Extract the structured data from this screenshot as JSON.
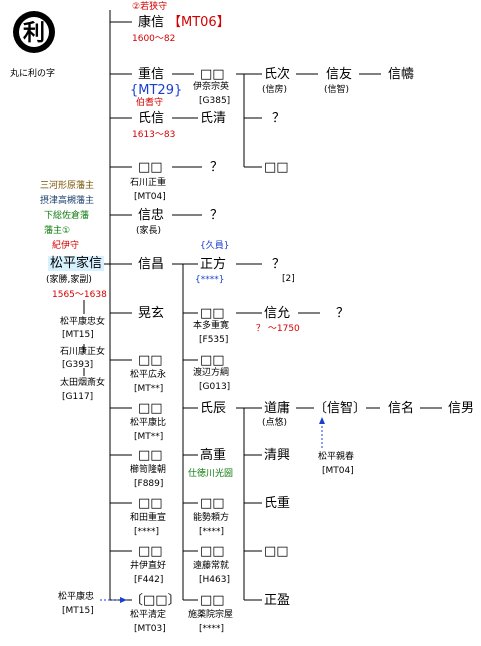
{
  "crest": {
    "glyph": "利",
    "caption": "丸に利の字"
  },
  "left_notes": {
    "t1": "三河形原藩主",
    "t2": "摂津高槻藩主",
    "t3": "下総佐倉藩",
    "t4": "藩主①",
    "t5": "紀伊守",
    "ieyoshi": "松平家信",
    "ieyoshi_alt": "(家勝,家副)",
    "ieyoshi_years": "1565～1638",
    "w1": "松平康忠女",
    "w1c": "[MT15]",
    "w2": "石川康正女",
    "w2c": "[G393]",
    "w3": "太田烟斎女",
    "w3c": "[G117]",
    "yasutada": "松平康忠",
    "yasutada_code": "[MT15]"
  },
  "col1": {
    "n1_title": "②若狭守",
    "n1": "康信",
    "n1_code": "【MT06】",
    "n1_years": "1600～82",
    "n2": "重信",
    "n2_code": "{MT29}",
    "n3_title": "伯耆守",
    "n3": "氏信",
    "n3_years": "1613～83",
    "n4": "□□",
    "n4_sub": "石川正重",
    "n4_code": "[MT04]",
    "n5": "信忠",
    "n5_sub": "(家長)",
    "n6": "信昌",
    "n7": "晃玄",
    "n8": "□□",
    "n8_sub": "松平広永",
    "n8_code": "[MT**]",
    "n9": "□□",
    "n9_sub": "松平康比",
    "n9_code": "[MT**]",
    "n10": "□□",
    "n10_sub": "櫛笥隆朝",
    "n10_code": "[F889]",
    "n11": "□□",
    "n11_sub": "和田重宣",
    "n11_code": "[****]",
    "n12": "□□",
    "n12_sub": "井伊直好",
    "n12_code": "[F442]",
    "n13": "〔□□〕",
    "n13_sub": "松平清定",
    "n13_code": "[MT03]"
  },
  "col2": {
    "a": "□□",
    "a_sub": "伊奈宗英",
    "a_code": "[G385]",
    "b": "氏清",
    "c": "？",
    "d": "？",
    "e_note": "{久員}",
    "e": "正方",
    "e_code": "{****}",
    "f": "□□",
    "f_sub": "本多重寛",
    "f_code": "[F535]",
    "g": "□□",
    "g_sub": "渡辺方綱",
    "g_code": "[G013]",
    "h": "氏辰",
    "i": "高重",
    "i_note": "仕徳川光圀",
    "j": "□□",
    "j_sub": "能勢頼方",
    "j_code": "[****]",
    "k": "□□",
    "k_sub": "遠藤常就",
    "k_code": "[H463]",
    "l": "□□",
    "l_sub": "施薬院宗屋",
    "l_code": "[****]"
  },
  "col3": {
    "a": "氏次",
    "a_sub": "(信房)",
    "b": "？",
    "c": "□□",
    "d": "？",
    "d_code": "[2]",
    "e": "信允",
    "e_years": "？ ～1750",
    "f": "道庸",
    "f_sub": "(点悠)",
    "g": "清興",
    "h": "氏重",
    "i": "□□",
    "j": "正盈"
  },
  "col4": {
    "a": "信友",
    "a_sub": "(信智)",
    "b": "？",
    "c": "〔信智〕",
    "c_adopt": "松平親春",
    "c_adopt_code": "[MT04]"
  },
  "col5": {
    "a": "信幬",
    "b": "信名",
    "c": "信男"
  }
}
